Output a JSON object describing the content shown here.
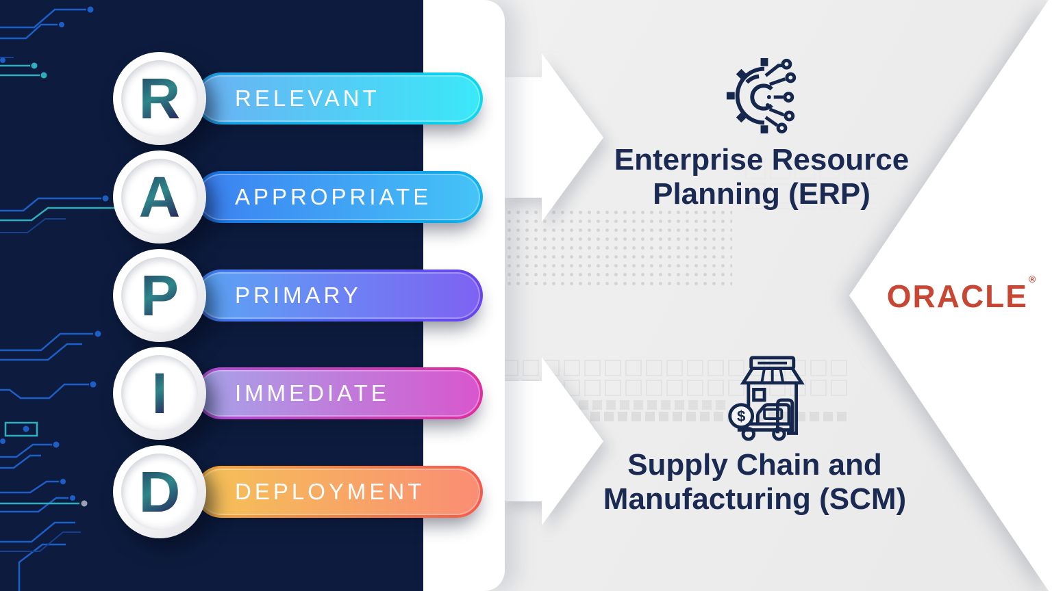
{
  "colors": {
    "navy_panel": "#0D1C3E",
    "light_background": "#EFEFEF",
    "white": "#FFFFFF",
    "heading_text": "#1A2A52",
    "icon_stroke": "#16274D",
    "pill_label_text": "#FFFFFF",
    "oracle_red": "#C74634",
    "circuit_blue": "#1D5FC6",
    "circuit_teal": "#2FAEC0",
    "dot_grid": "#D4D4D4",
    "square_grid": "#E3E3E3"
  },
  "rapid": {
    "items": [
      {
        "letter": "R",
        "label": "RELEVANT",
        "fill_start": "#6BB1F2",
        "fill_end": "#3BE8F8",
        "border_start": "#1E9BE0",
        "border_end": "#0CD8EE"
      },
      {
        "letter": "A",
        "label": "APPROPRIATE",
        "fill_start": "#3B80F1",
        "fill_end": "#45C4F7",
        "border_start": "#1B6EDE",
        "border_end": "#0AB4EC"
      },
      {
        "letter": "P",
        "label": "PRIMARY",
        "fill_start": "#5BA5F4",
        "fill_end": "#7E62F2",
        "border_start": "#3F7FF0",
        "border_end": "#6A43EE"
      },
      {
        "letter": "I",
        "label": "IMMEDIATE",
        "fill_start": "#A7A3E9",
        "fill_end": "#D856CD",
        "border_start": "#B14FD6",
        "border_end": "#DE2F9F"
      },
      {
        "letter": "D",
        "label": "DEPLOYMENT",
        "fill_start": "#F5C256",
        "fill_end": "#FA8D74",
        "border_start": "#F2A93C",
        "border_end": "#F65A4E"
      }
    ]
  },
  "targets": [
    {
      "icon": "gear-circuit",
      "line1": "Enterprise Resource",
      "line2": "Planning (ERP)"
    },
    {
      "icon": "store-truck",
      "line1": "Supply Chain and",
      "line2": "Manufacturing (SCM)",
      "coin_symbol": "$"
    }
  ],
  "brand": {
    "name": "ORACLE",
    "registered_mark": "®"
  }
}
